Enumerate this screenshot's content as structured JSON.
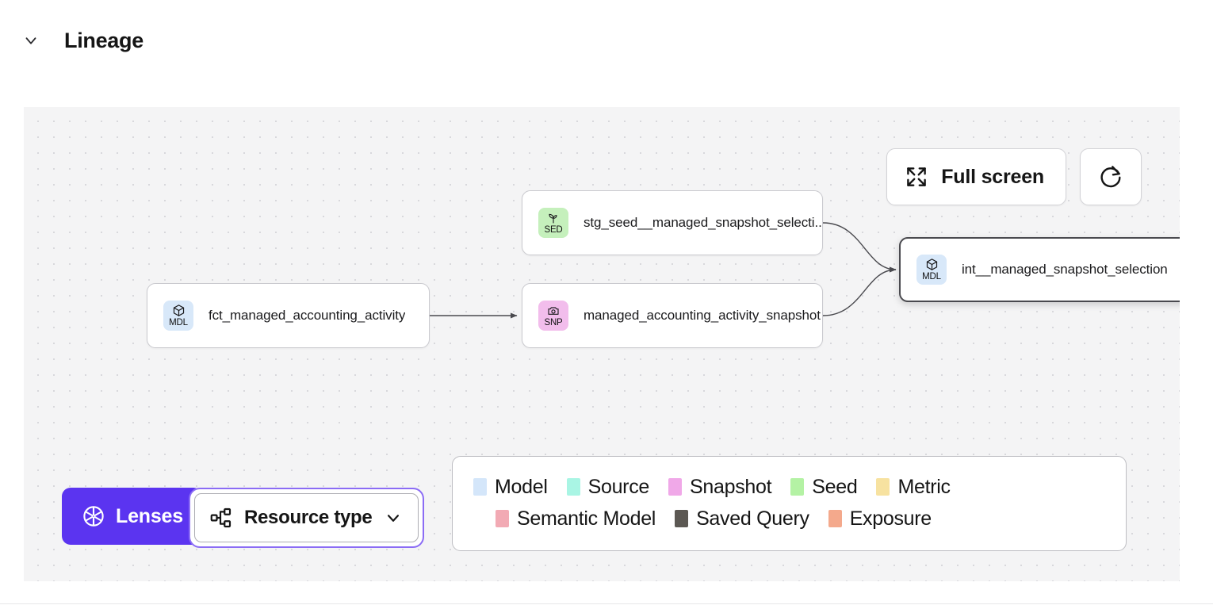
{
  "header": {
    "title": "Lineage",
    "collapse_icon": "chevron-down-icon"
  },
  "canvas": {
    "controls": {
      "fullscreen_label": "Full screen",
      "fullscreen_icon": "expand-arrows-icon",
      "refresh_icon": "refresh-icon"
    },
    "nodes": [
      {
        "id": "fct_managed_accounting_activity",
        "label": "fct_managed_accounting_activity",
        "badge_code": "MDL",
        "badge_icon": "cube-icon",
        "type": "Model",
        "selected": false
      },
      {
        "id": "stg_seed__managed_snapshot_selection",
        "label": "stg_seed__managed_snapshot_selecti...",
        "badge_code": "SED",
        "badge_icon": "sprout-icon",
        "type": "Seed",
        "selected": false
      },
      {
        "id": "managed_accounting_activity_snapshot",
        "label": "managed_accounting_activity_snapshot",
        "badge_code": "SNP",
        "badge_icon": "camera-icon",
        "type": "Snapshot",
        "selected": false
      },
      {
        "id": "int__managed_snapshot_selection",
        "label": "int__managed_snapshot_selection",
        "badge_code": "MDL",
        "badge_icon": "cube-icon",
        "type": "Model",
        "selected": true
      }
    ],
    "edges": [
      {
        "from": "fct_managed_accounting_activity",
        "to": "managed_accounting_activity_snapshot"
      },
      {
        "from": "stg_seed__managed_snapshot_selection",
        "to": "int__managed_snapshot_selection"
      },
      {
        "from": "managed_accounting_activity_snapshot",
        "to": "int__managed_snapshot_selection"
      }
    ]
  },
  "lens_bar": {
    "lenses_label": "Lenses",
    "lenses_icon": "aperture-icon",
    "lenses_color": "#5b34f0",
    "dropdown": {
      "label": "Resource type",
      "icon": "hierarchy-icon",
      "chevron_icon": "chevron-down-icon",
      "focused": true,
      "focus_color": "#8b6cf5"
    }
  },
  "legend": {
    "row1": [
      {
        "label": "Model",
        "color": "#d4e6fa"
      },
      {
        "label": "Source",
        "color": "#a9f5e4"
      },
      {
        "label": "Snapshot",
        "color": "#f0a8e8"
      },
      {
        "label": "Seed",
        "color": "#b4f2a4"
      },
      {
        "label": "Metric",
        "color": "#f7e2a0"
      }
    ],
    "row2": [
      {
        "label": "Semantic Model",
        "color": "#f2aab4"
      },
      {
        "label": "Saved Query",
        "color": "#5c5853"
      },
      {
        "label": "Exposure",
        "color": "#f4a98c"
      }
    ]
  }
}
